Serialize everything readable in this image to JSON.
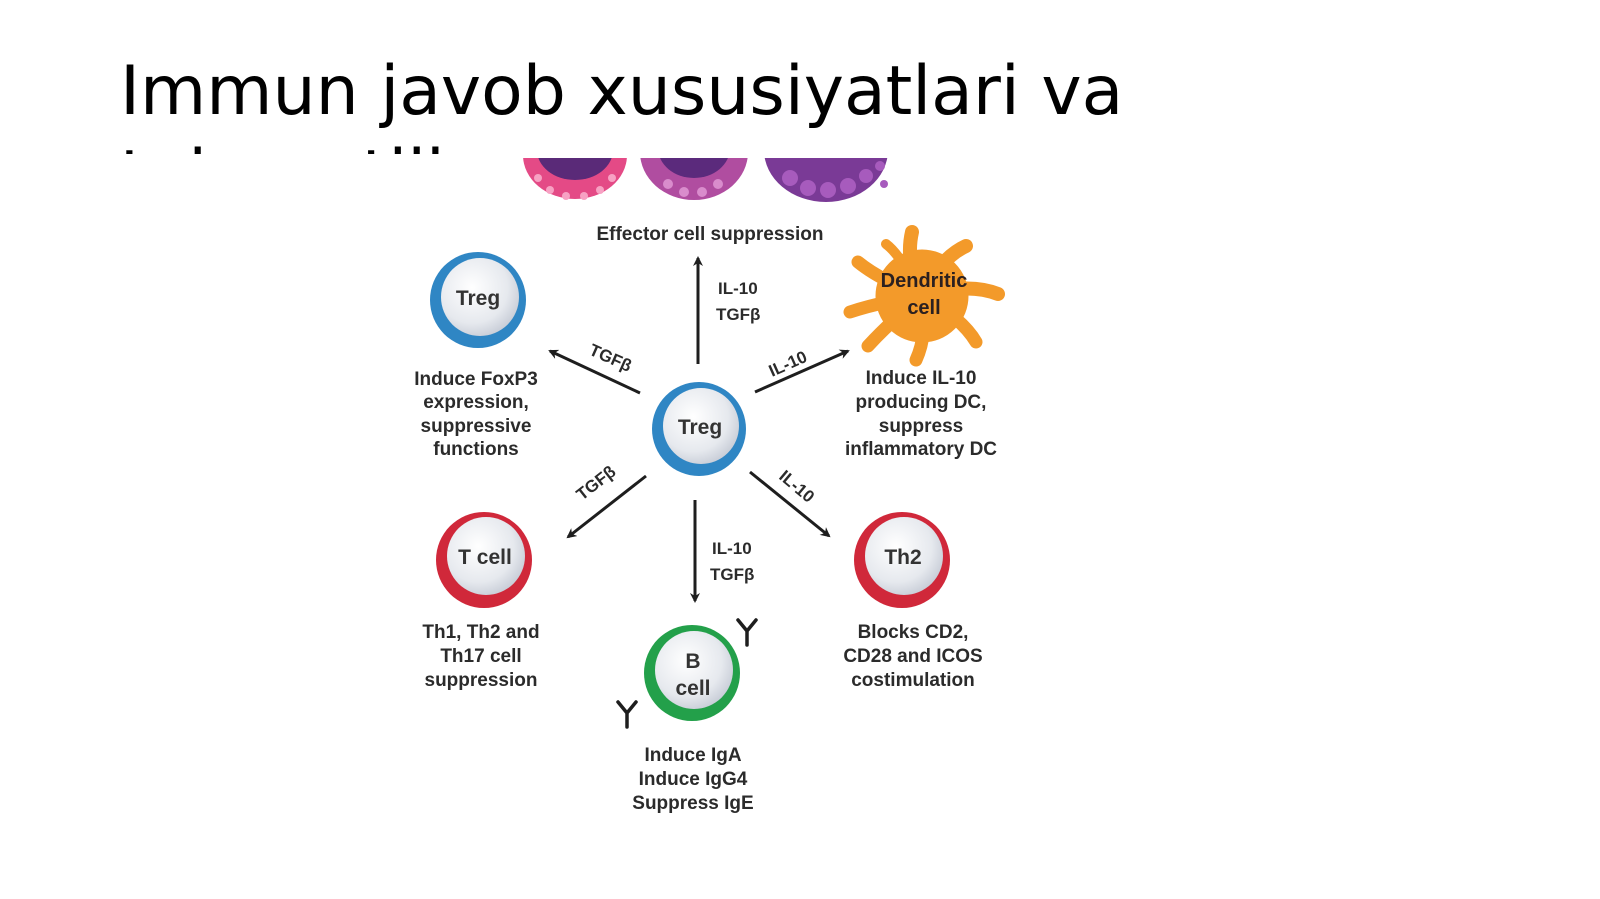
{
  "slide": {
    "title_line1": "Immun javob xususiyatlari va",
    "title_line2": "tolerantlik"
  },
  "diagram": {
    "top_label": "Effector cell suppression",
    "center": {
      "label": "Treg"
    },
    "nodes": {
      "treg_tl": {
        "label": "Treg",
        "desc": [
          "Induce FoxP3",
          "expression,",
          "suppressive",
          "functions"
        ]
      },
      "dc": {
        "label": [
          "Dendritic",
          "cell"
        ],
        "desc": [
          "Induce IL-10",
          "producing DC,",
          "suppress",
          "inflammatory DC"
        ]
      },
      "tcell": {
        "label": "T cell",
        "desc": [
          "Th1, Th2 and",
          "Th17 cell",
          "suppression"
        ]
      },
      "bcell": {
        "label": [
          "B",
          "cell"
        ],
        "desc": [
          "Induce IgA",
          "Induce IgG4",
          "Suppress IgE"
        ]
      },
      "th2": {
        "label": "Th2",
        "desc": [
          "Blocks CD2,",
          "CD28 and ICOS",
          "costimulation"
        ]
      }
    },
    "cytokines": {
      "up": [
        "IL-10",
        "TGFβ"
      ],
      "down": [
        "IL-10",
        "TGFβ"
      ],
      "upper_left": "TGFβ",
      "lower_left": "TGFβ",
      "upper_right": "IL-10",
      "lower_right": "IL-10"
    },
    "colors": {
      "treg_ring": "#2f86c4",
      "tcell_ring": "#d0283a",
      "bcell_ring": "#23a04a",
      "dc_body": "#f39a2a",
      "cell_center": "#eef0f4",
      "arrow": "#1e1e1e"
    }
  }
}
